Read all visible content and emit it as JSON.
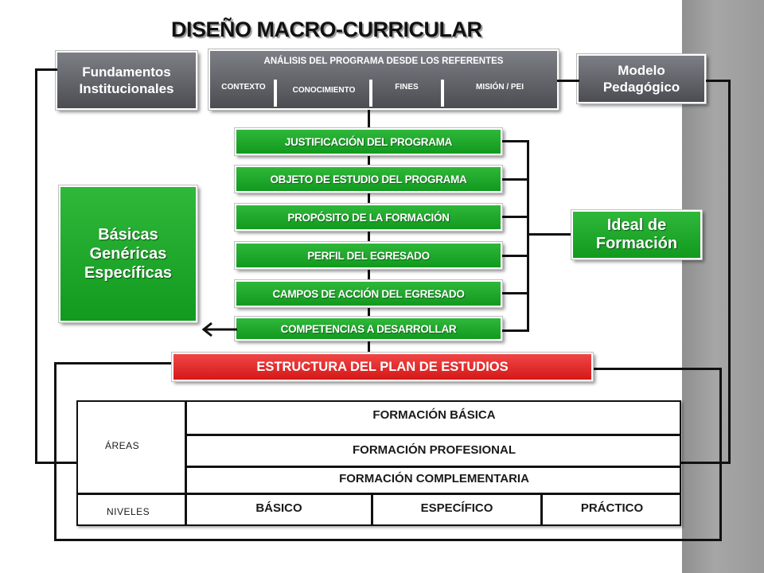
{
  "title": "DISEÑO MACRO-CURRICULAR",
  "fundamentos": "Fundamentos Institucionales",
  "modelo": "Modelo Pedagógico",
  "referentes": {
    "header": "ANÁLISIS DEL PROGRAMA DESDE LOS REFERENTES",
    "items": [
      "CONTEXTO",
      "CONOCIMIENTO",
      "FINES",
      "MISIÓN / PEI"
    ]
  },
  "steps": [
    "JUSTIFICACIÓN DEL PROGRAMA",
    "OBJETO DE ESTUDIO DEL PROGRAMA",
    "PROPÓSITO DE LA FORMACIÓN",
    "PERFIL DEL EGRESADO",
    "CAMPOS DE ACCIÓN DEL EGRESADO",
    "COMPETENCIAS A DESARROLLAR"
  ],
  "competencias_box": [
    "Básicas",
    "Genéricas",
    "Específicas"
  ],
  "ideal": "Ideal de Formación",
  "estructura": "ESTRUCTURA DEL PLAN DE ESTUDIOS",
  "table": {
    "areas_label": "ÁREAS",
    "niveles_label": "NIVELES",
    "areas": [
      "FORMACIÓN BÁSICA",
      "FORMACIÓN PROFESIONAL",
      "FORMACIÓN COMPLEMENTARIA"
    ],
    "niveles": [
      "BÁSICO",
      "ESPECÍFICO",
      "PRÁCTICO"
    ]
  },
  "colors": {
    "gray": "#5e6066",
    "green": "#1fa82c",
    "red": "#e02a2a",
    "sidebar": "#9e9e9e"
  }
}
